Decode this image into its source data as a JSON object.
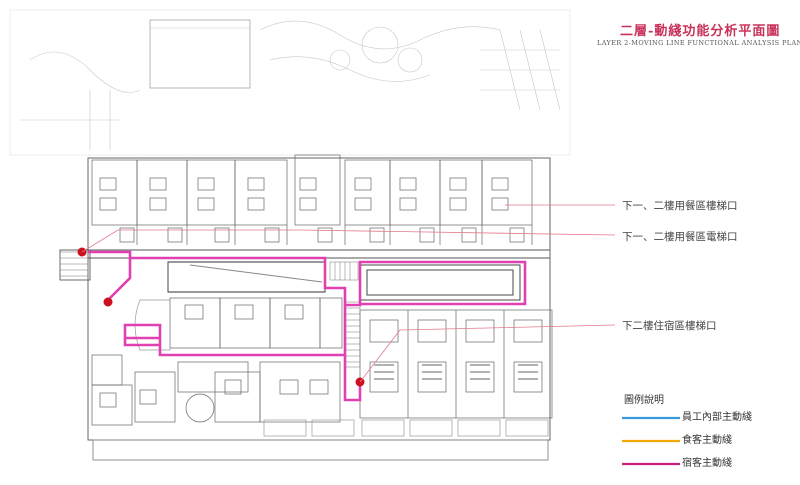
{
  "title": {
    "zh": "二層-動綫功能分析平面圖",
    "en": "LAYER 2-MOVING LINE FUNCTIONAL ANALYSIS PLAN"
  },
  "callouts": [
    {
      "label": "下一、二樓用餐區樓梯口"
    },
    {
      "label": "下一、二樓用餐區電梯口"
    },
    {
      "label": "下二樓住宿區樓梯口"
    }
  ],
  "legend": {
    "title": "圖例說明",
    "items": [
      {
        "label": "員工內部主動綫",
        "color": "#3a9ad9"
      },
      {
        "label": "食客主動綫",
        "color": "#f2a900"
      },
      {
        "label": "宿客主動綫",
        "color": "#cc1f7a"
      }
    ]
  },
  "colors": {
    "guest_path": "#e040b0",
    "stair_marker": "#cc1122",
    "callout_line": "#e27a8c",
    "plan_line": "#555555"
  }
}
